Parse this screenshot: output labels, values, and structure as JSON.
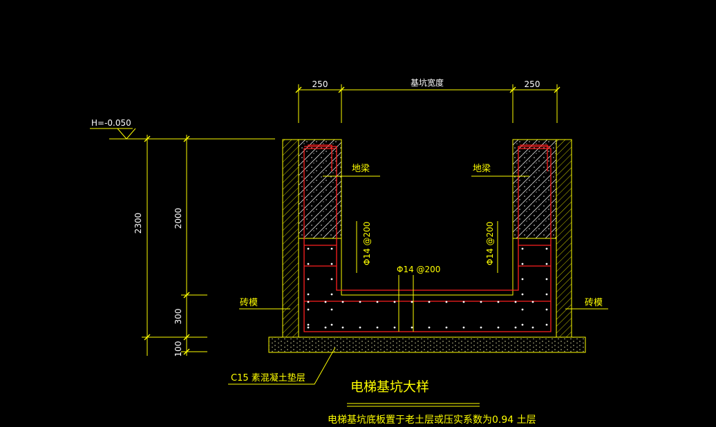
{
  "dimensions": {
    "left_wall": "250",
    "pit_width": "基坑宽度",
    "right_wall": "250",
    "total_depth": "2300",
    "wall_height": "2000",
    "slab_thickness": "300",
    "cushion_thickness": "100"
  },
  "elevation": "H=-0.050",
  "labels": {
    "ground_beam_left": "地梁",
    "ground_beam_right": "地梁",
    "rebar_left": "Φ14 @200",
    "rebar_right": "Φ14 @200",
    "rebar_bottom": "Φ14 @200",
    "brick_form_left": "砖模",
    "brick_form_right": "砖模",
    "cushion": "C15 素混凝土垫层"
  },
  "title": "电梯基坑大样",
  "note": "电梯基坑底板置于老土层或压实系数为0.94 土层",
  "colors": {
    "background": "#000000",
    "linework": "#ffff00",
    "rebar": "#ff2020",
    "dimension_text": "#ffffff"
  }
}
